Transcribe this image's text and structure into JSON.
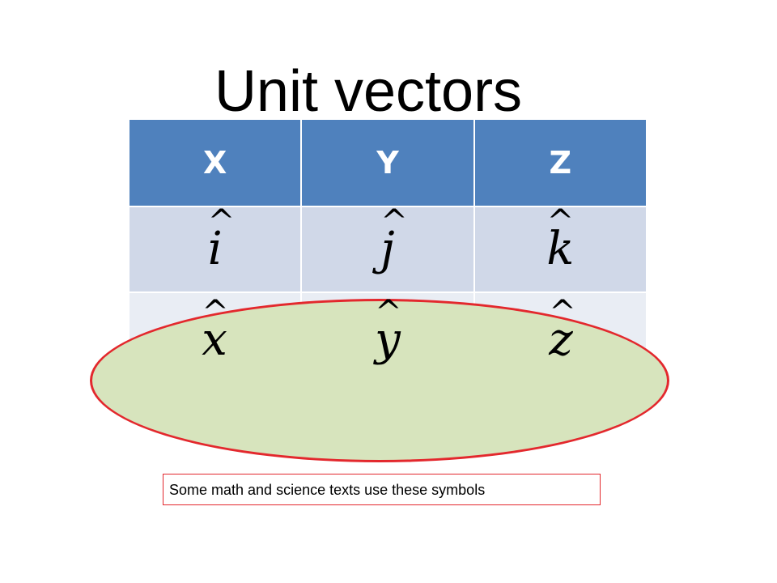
{
  "slide": {
    "title": "Unit vectors"
  },
  "table": {
    "headers": [
      "X",
      "Y",
      "Z"
    ],
    "row_ijk": [
      "i",
      "j",
      "k"
    ],
    "row_xyz": [
      "x",
      "y",
      "z"
    ],
    "hat_symbol": "^"
  },
  "note": {
    "text": "Some math and science texts use these symbols"
  },
  "colors": {
    "header_fill": "#4f81bd",
    "row1_fill": "#d0d8e8",
    "row2_fill": "#e9edf4",
    "ellipse_fill": "#d7e4bd",
    "ellipse_stroke": "#e3282d",
    "note_border": "#e3282d"
  }
}
